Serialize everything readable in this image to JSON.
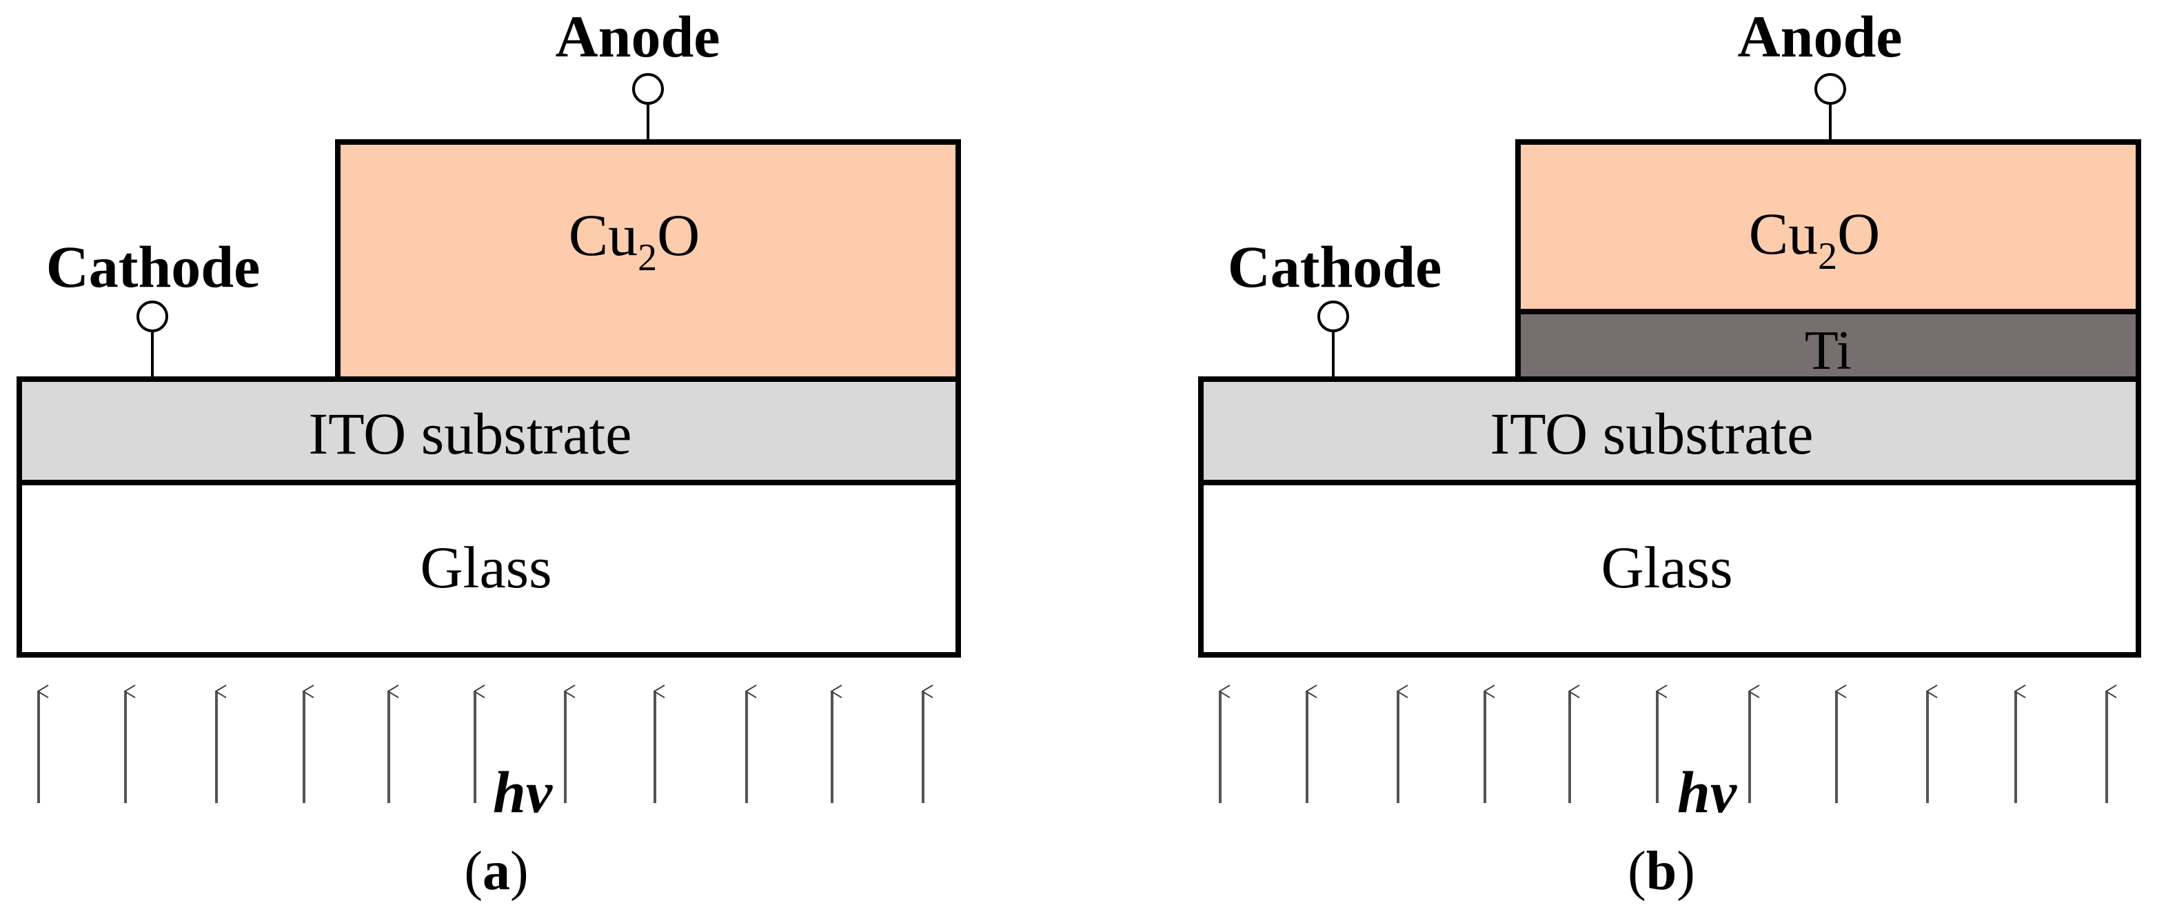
{
  "colors": {
    "cu2o": "#fdccad",
    "ito": "#d9d9d9",
    "glass": "#ffffff",
    "ti": "#756f6f",
    "outline": "#000000",
    "arrow": "#555555"
  },
  "panels": [
    {
      "label_open": "(",
      "label_letter": "a",
      "label_close": ")",
      "anode": "Anode",
      "cathode": "Cathode",
      "cu2o_main": "Cu",
      "cu2o_sub": "2",
      "cu2o_tail": "O",
      "ito": "ITO substrate",
      "glass": "Glass",
      "light": "hν",
      "has_ti": false
    },
    {
      "label_open": "(",
      "label_letter": "b",
      "label_close": ")",
      "anode": "Anode",
      "cathode": "Cathode",
      "cu2o_main": "Cu",
      "cu2o_sub": "2",
      "cu2o_tail": "O",
      "ti": "Ti",
      "ito": "ITO substrate",
      "glass": "Glass",
      "light": "hν",
      "has_ti": true
    }
  ]
}
